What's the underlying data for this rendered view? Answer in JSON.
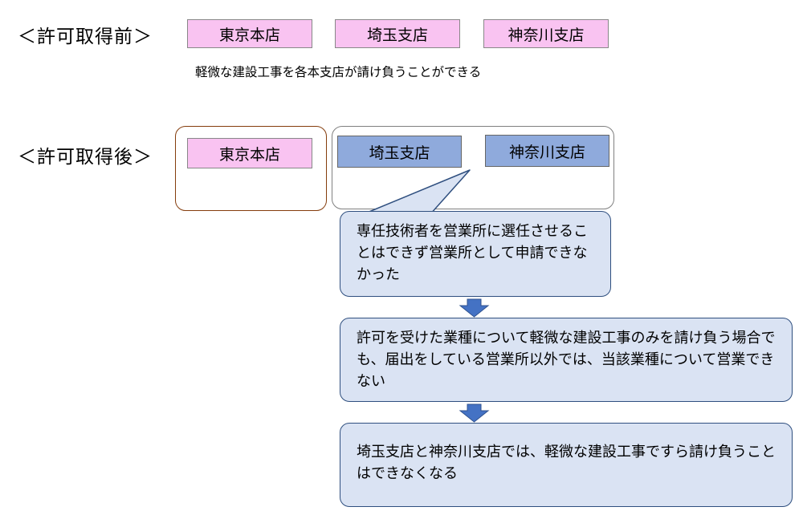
{
  "before": {
    "heading": "＜許可取得前＞",
    "branches": [
      "東京本店",
      "埼玉支店",
      "神奈川支店"
    ],
    "note": "軽微な建設工事を各本支店が請け負うことができる"
  },
  "after": {
    "heading": "＜許可取得後＞",
    "head_office": "東京本店",
    "branches": [
      "埼玉支店",
      "神奈川支店"
    ]
  },
  "flow": [
    "専任技術者を営業所に選任させることはできず営業所として申請できなかった",
    "許可を受けた業種について軽微な建設工事のみを請け負う場合でも、届出をしている営業所以外では、当該業種について営業できない",
    "埼玉支店と神奈川支店では、軽微な建設工事ですら請け負うことはできなくなる"
  ],
  "colors": {
    "pink_fill": "#f9c3f1",
    "blue_fill": "#8faadc",
    "callout_fill": "#dae3f3",
    "callout_border": "#2f4f7f",
    "arrow": "#4472c4",
    "head_office_outline": "#843c0c",
    "branch_outline": "#808080"
  }
}
